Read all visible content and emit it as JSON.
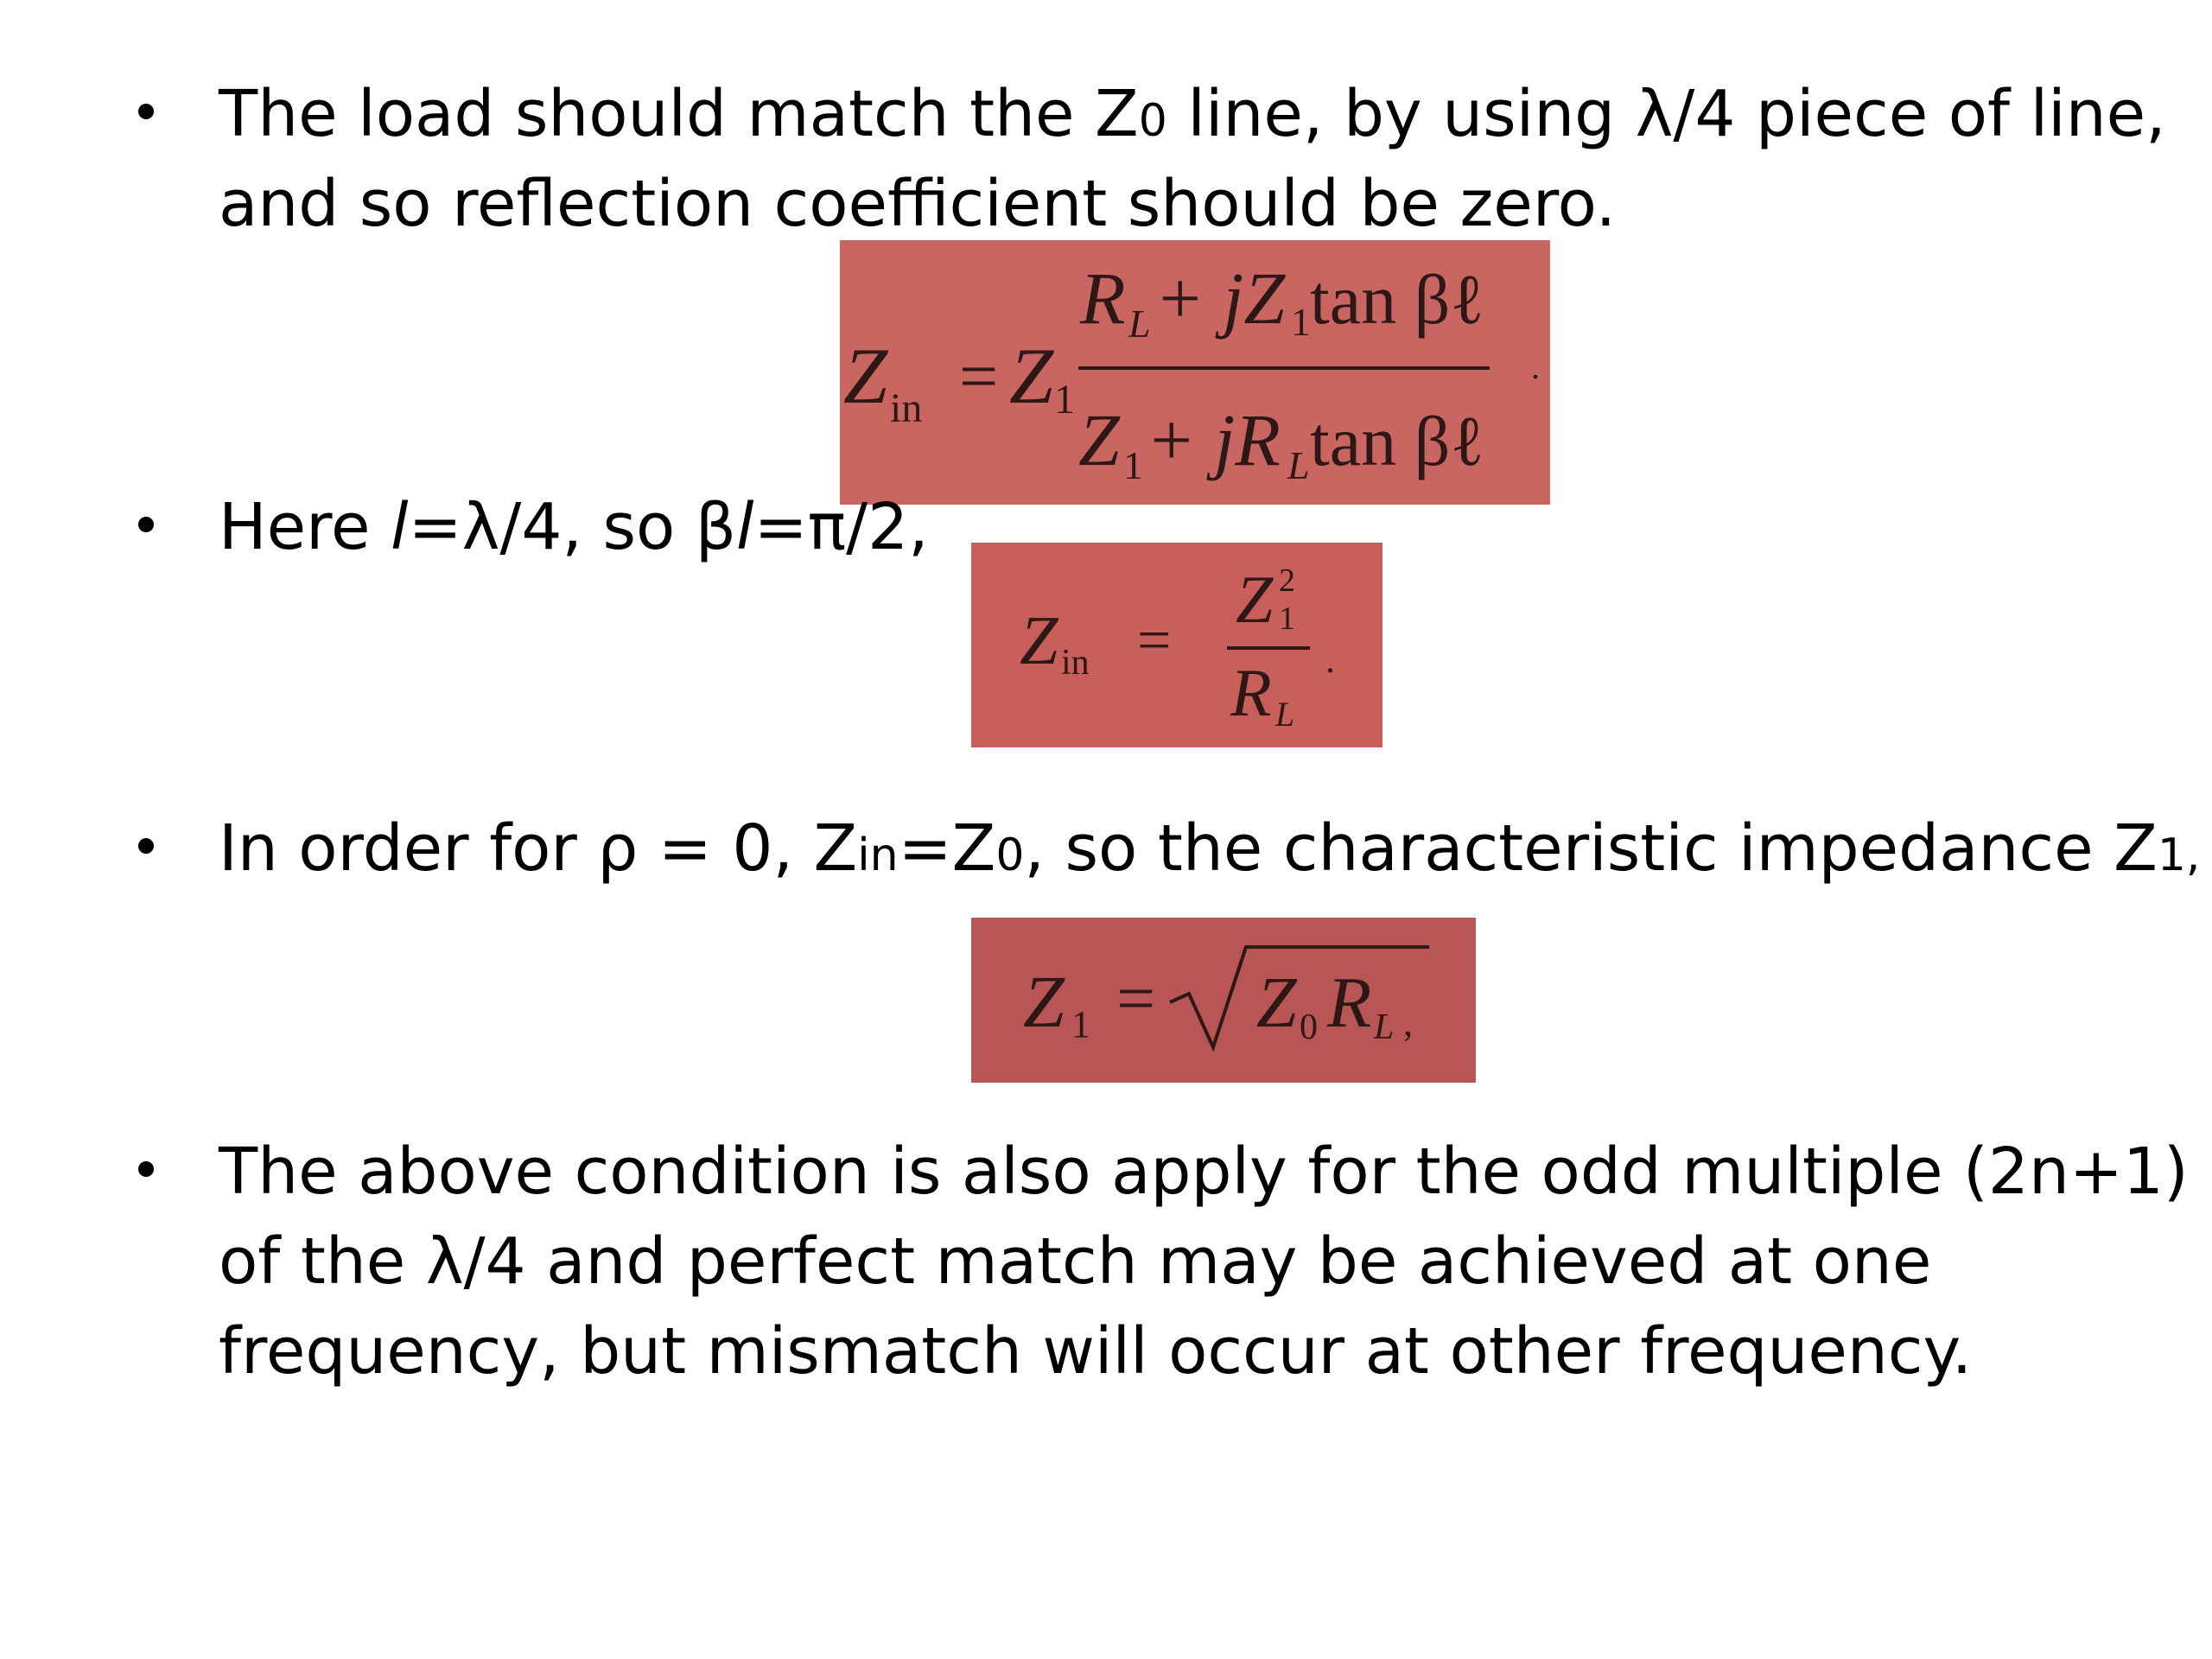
{
  "bullets": [
    {
      "line1_pre": "The load should match the Z",
      "line1_sub": "0",
      "line1_post": " line, by using λ/4 piece of line,",
      "line2": "and so reflection coefficient should be zero."
    },
    {
      "pre": "Here ",
      "l": "l",
      "mid": "=λ/4, so β",
      "l2": "l",
      "post": "=π/2,"
    },
    {
      "pre": "In order for ρ = 0, Z",
      "sub_in": "in",
      "mid": "=Z",
      "sub_0": "0",
      "post": ", so the characteristic impedance Z",
      "sub_1": "1,"
    },
    {
      "line1": "The above condition is also apply for the odd multiple (2n+1)",
      "line2": "of the λ/4 and perfect match may be achieved at one",
      "line3": "frequency, but mismatch will occur at other frequency."
    }
  ],
  "equations": {
    "eq1": {
      "lhs": "Z",
      "lhs_sub": "in",
      "equals": "=",
      "coef": "Z",
      "coef_sub": "1",
      "num": "R",
      "num_sub": "L",
      "num_rest": " + jZ",
      "num_rest_sub": "1",
      "num_tail": " tan βℓ",
      "den": "Z",
      "den_sub": "1",
      "den_rest": " + jR",
      "den_rest_sub": "L",
      "den_tail": " tan βℓ",
      "end": "."
    },
    "eq2": {
      "lhs": "Z",
      "lhs_sub": "in",
      "equals": "=",
      "num": "Z",
      "num_sup": "2",
      "num_sub": "1",
      "den": "R",
      "den_sub": "L",
      "end": "."
    },
    "eq3": {
      "lhs": "Z",
      "lhs_sub": "1",
      "equals": "=",
      "rad_a": "Z",
      "rad_a_sub": "0",
      "rad_b": "R",
      "rad_b_sub": "L",
      "end": ","
    }
  },
  "colors": {
    "eq1_bg": "#c96662",
    "eq2_bg": "#c95f5b",
    "eq3_bg": "#b85555"
  }
}
